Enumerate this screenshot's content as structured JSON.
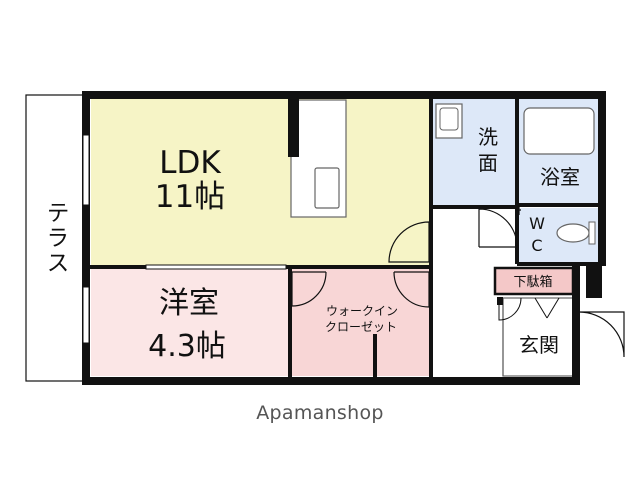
{
  "rooms": {
    "terrace": "テラス",
    "ldk_name": "LDK",
    "ldk_size": "11帖",
    "western_name": "洋室",
    "western_size": "4.3帖",
    "wic_line1": "ウォークイン",
    "wic_line2": "クローゼット",
    "washroom_line1": "洗",
    "washroom_line2": "面",
    "bath": "浴室",
    "wc_line1": "W",
    "wc_line2": "C",
    "shoe_box": "下駄箱",
    "entrance": "玄関"
  },
  "watermark": "Apamanshop",
  "colors": {
    "ldk": "#f6f4c6",
    "western": "#fbe6e6",
    "wic": "#f8d6d6",
    "wet_area": "#dde8f8",
    "shoe_box": "#f4c8c8",
    "wall": "#111111"
  }
}
